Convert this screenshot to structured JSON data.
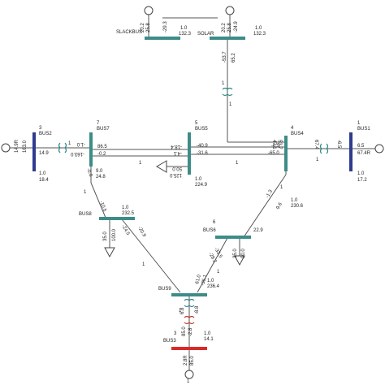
{
  "colors": {
    "bus_teal": "#3d8c88",
    "bus_navy": "#2e3b8e",
    "bus_red": "#d92a2a",
    "transformer_teal": "#2a8a8a",
    "transformer_red": "#c0392b",
    "line": "#555555"
  },
  "icons": [
    "generator-icon",
    "transformer-icon",
    "load-arrow-icon"
  ],
  "buses": {
    "slack": {
      "label": "SLACKBUS",
      "v": "1.0",
      "ang": "132.3"
    },
    "solar": {
      "label": "SOLAR",
      "v": "1.0",
      "ang": "132.3"
    },
    "bus1": {
      "num": "1",
      "label": "BUS1",
      "v": "1.0",
      "ang": "17.2"
    },
    "bus2": {
      "num": "3",
      "label": "BUS2",
      "v": "1.0",
      "ang": "18.4"
    },
    "bus3": {
      "num": "3",
      "label": "BUS3",
      "v": "1.0",
      "ang": "14.1"
    },
    "bus4": {
      "num": "4",
      "label": "BUS4",
      "v": "1.0",
      "ang": "230.6"
    },
    "bus5": {
      "num": "5",
      "label": "BUS5",
      "v": "1.0",
      "ang": "224.9"
    },
    "bus6": {
      "num": "6",
      "label": "BUS6"
    },
    "bus7": {
      "num": "7",
      "label": "BUS7"
    },
    "bus8": {
      "label": "BUS8",
      "v": "1.0",
      "ang": "232.5"
    },
    "bus9": {
      "label": "BUS9",
      "v": "1.0",
      "ang": "236.4"
    }
  },
  "flows": {
    "slack_a": "20.2",
    "slack_b": "25.8",
    "slack_c": "-29.3",
    "solar_a": "20.2",
    "solar_b": "25.8",
    "solar_c": "-24.9",
    "solar_line_a": "-53.7",
    "solar_line_b": "65.2",
    "bus2_gen": "14.9R",
    "bus2_p": "163.0",
    "bus2_q": "14.9",
    "bus2_xf": "-163.0",
    "bus2_xf2": "-1.0",
    "bus1_gen": "67.4R",
    "bus1_p": "6.5",
    "bus1_xf": "67.4",
    "bus1_xf2": "-6.5",
    "bus7_p": "86.5",
    "bus7_q": "-0.2",
    "bus5_in_a": "-40.9",
    "bus5_in_b": "-31.6",
    "bus5_l1": "-18.4",
    "bus5_l2": "-4.1",
    "bus4_a": "-6.5",
    "bus4_b": "-65.0",
    "bus4_c": "53.7",
    "bus4_d": "47.1",
    "load5": "125.0",
    "load5q": "50.0",
    "bus7_down_a": "-0.8",
    "bus7_down_b": "9.0",
    "bus7_down_c": "24.8",
    "bus8_a": "-10.5",
    "bus8_b": "-24.5",
    "bus8_c": "-20.9",
    "load8": "35.0",
    "load8q": "100.0",
    "bus4_down_a": "-1.3",
    "bus4_down_b": "9.6",
    "bus4_down_c": "22.9",
    "load6": "35.0",
    "load6q": "90.0",
    "bus6_c": "-33.5",
    "bus6_d": "-28.2",
    "bus9_a": "61.0",
    "bus9_b": "-35.1",
    "bus9_c": "6.8",
    "bus9_d": "-8.8",
    "bus3_a": "85.0",
    "bus3_b": "-2.8",
    "bus3_gen": "2.8R",
    "bus3_gen2": "85.0"
  },
  "branch_labels": [
    "1",
    "1",
    "1",
    "1",
    "1",
    "1",
    "1",
    "1",
    "1",
    "1",
    "1",
    "1"
  ]
}
